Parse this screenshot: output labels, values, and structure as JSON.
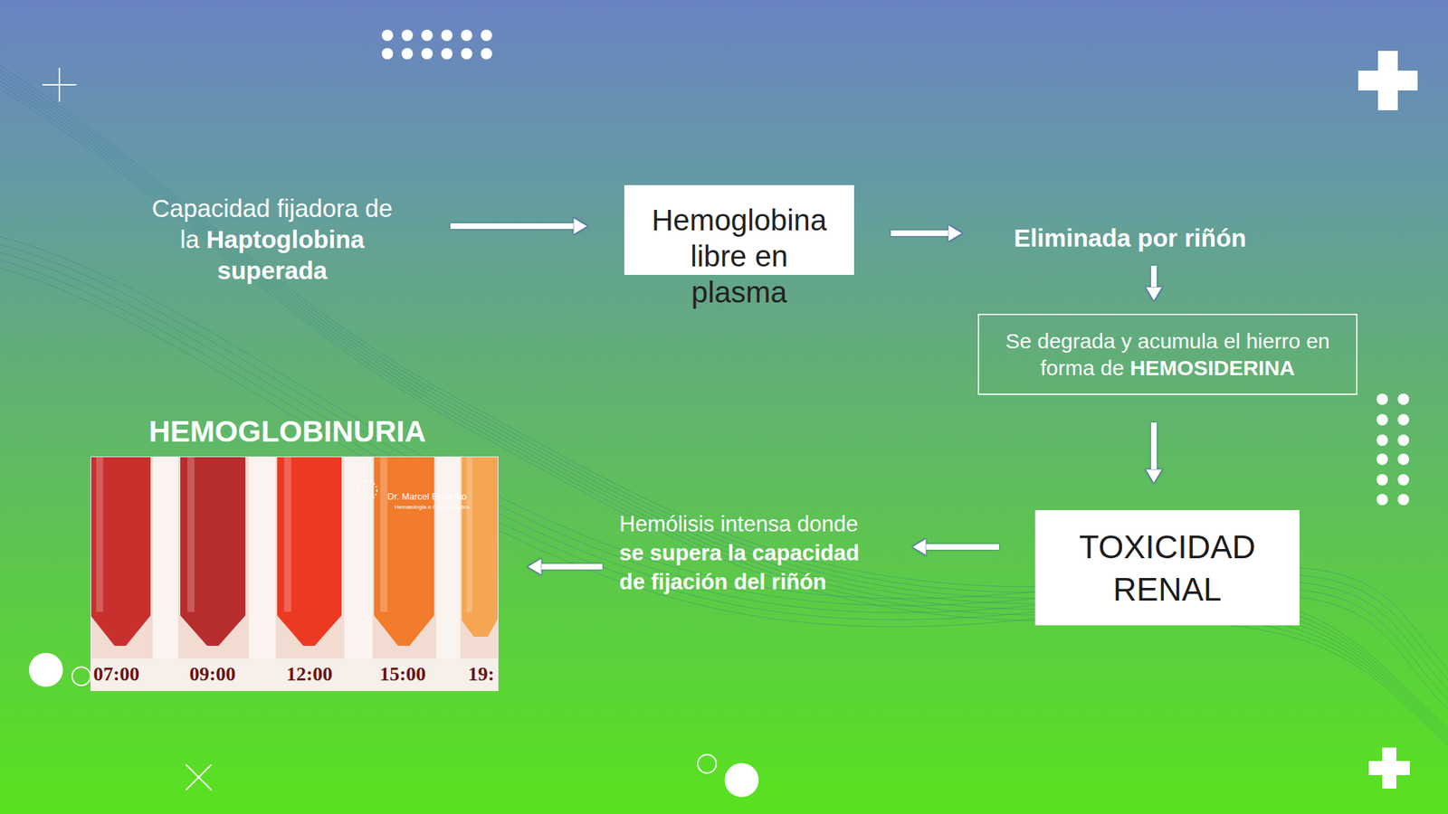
{
  "diagram": {
    "nodes": [
      {
        "text": [
          "Capacidad fijadora de la Haptoglobina superada"
        ]
      },
      {
        "text": [
          "Hemoglobina libre en plasma"
        ]
      },
      {
        "text": [
          "Eliminada por riñón"
        ]
      },
      {
        "text": [
          "Se degrada y acumula el hierro en forma de HEMOSIDERINA"
        ]
      },
      {
        "text": [
          "TOXICIDAD RENAL"
        ]
      },
      {
        "text": [
          "Hemólisis intensa donde se supera la capacidad de fijación del riñón"
        ]
      },
      {
        "text": [
          "HEMOGLOBINURIA"
        ]
      }
    ],
    "edges": [
      {
        "from": 0,
        "to": 1,
        "arrow": "to"
      },
      {
        "from": 1,
        "to": 2,
        "arrow": "to"
      },
      {
        "from": 2,
        "to": 3,
        "arrow": "to"
      },
      {
        "from": 3,
        "to": 4,
        "arrow": "to"
      },
      {
        "from": 4,
        "to": 5,
        "arrow": "to"
      },
      {
        "from": 5,
        "to": 6,
        "arrow": "to"
      }
    ],
    "labels": [
      "07:00",
      "09:00",
      "12:00",
      "15:00",
      "19:",
      "Dr. Marcel Brunetto",
      "Hematologia e Clínica Médica"
    ]
  }
}
